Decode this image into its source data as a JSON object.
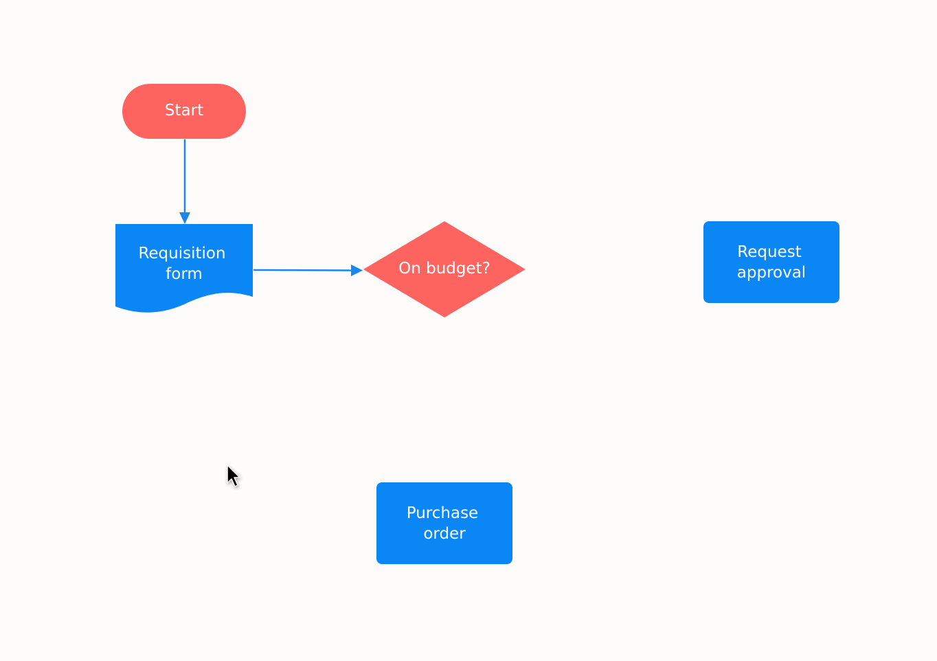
{
  "colors": {
    "blue": "#0a87f5",
    "coral": "#fd6460",
    "connector": "#1a86ee",
    "background": "#fdfcfb"
  },
  "nodes": {
    "start": {
      "label": "Start",
      "shape": "terminator",
      "color": "#fd6460"
    },
    "requisition": {
      "label_line1": "Requisition",
      "label_line2": "form",
      "shape": "document",
      "color": "#0a87f5"
    },
    "decision": {
      "label": "On budget?",
      "shape": "decision",
      "color": "#fd6460"
    },
    "approval": {
      "label_line1": "Request",
      "label_line2": "approval",
      "shape": "process",
      "color": "#0a87f5"
    },
    "purchase": {
      "label_line1": "Purchase",
      "label_line2": "order",
      "shape": "process",
      "color": "#0a87f5"
    }
  },
  "connectors": [
    {
      "from": "start",
      "to": "requisition"
    },
    {
      "from": "requisition",
      "to": "decision"
    }
  ],
  "cursor": {
    "icon": "mouse-pointer-icon"
  }
}
